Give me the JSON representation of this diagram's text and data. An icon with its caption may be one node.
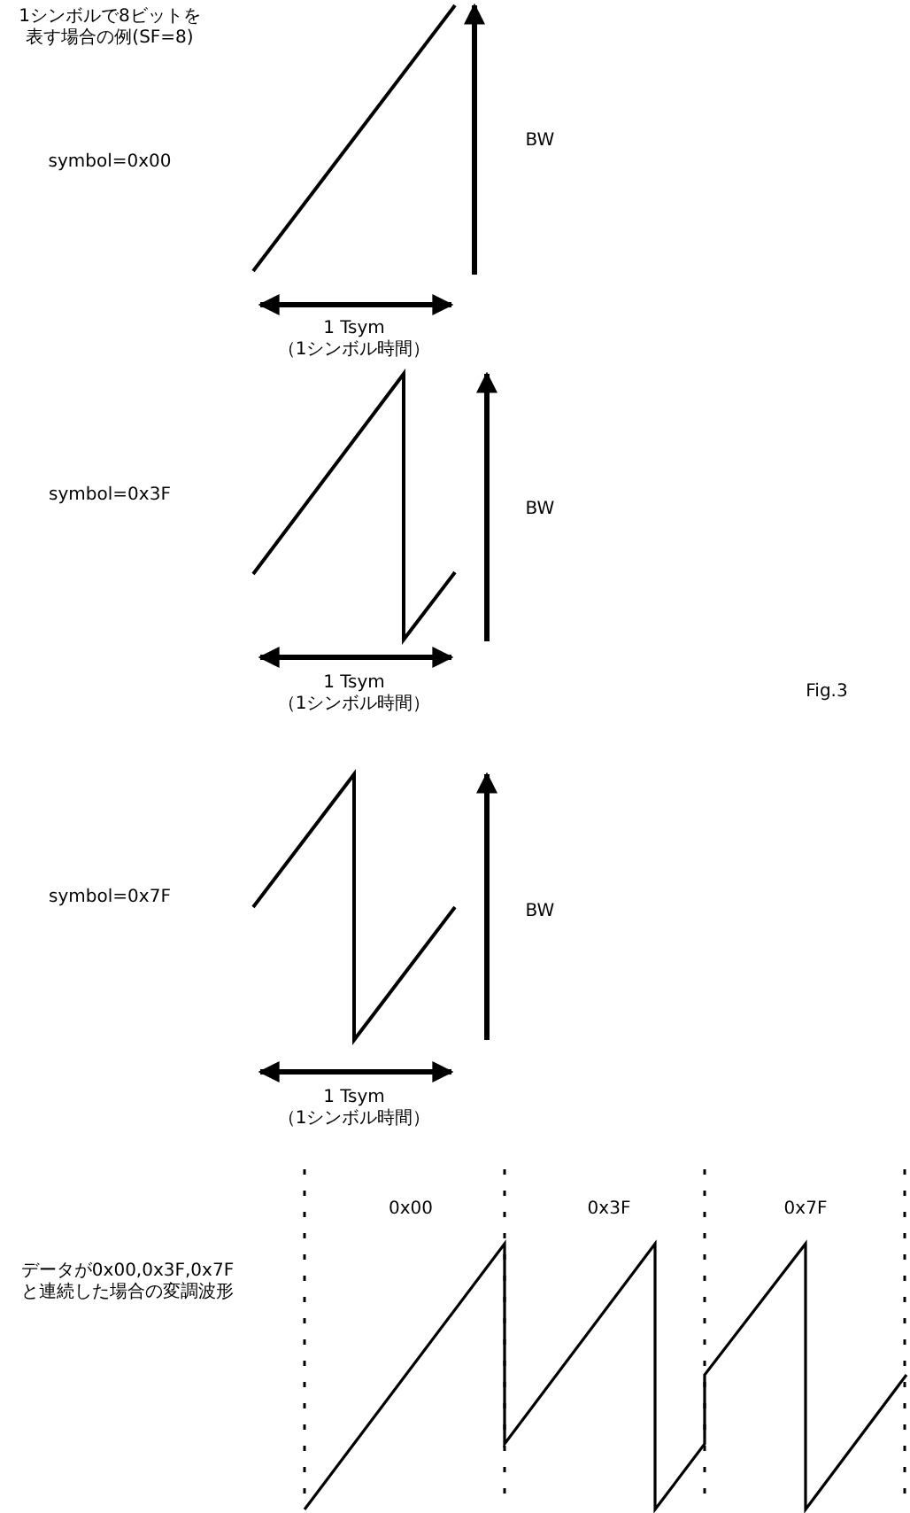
{
  "diagram": {
    "labels": [
      "1シンボルで8ビットを表す場合の例(SF=8)",
      "symbol=0x00",
      "BW",
      "1 Tsym",
      "（1シンボル時間）",
      "symbol=0x3F",
      "BW",
      "1 Tsym",
      "（1シンボル時間）",
      "Fig.3",
      "symbol=0x7F",
      "BW",
      "1 Tsym",
      "（1シンボル時間）",
      "0x00",
      "0x3F",
      "0x7F",
      "データが0x00,0x3F,0x7Fと連続した場合の変調波形"
    ]
  }
}
